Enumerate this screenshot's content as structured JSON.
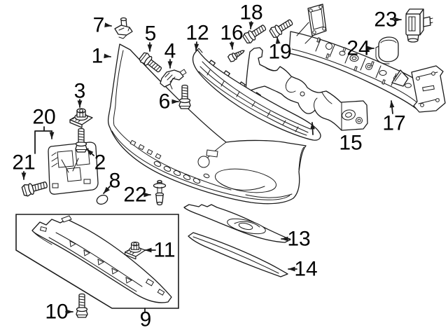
{
  "colors": {
    "line": "#1a1a1a",
    "background": "#ffffff",
    "label_text": "#000000"
  },
  "callouts": [
    {
      "label": "1"
    },
    {
      "label": "2"
    },
    {
      "label": "3"
    },
    {
      "label": "4"
    },
    {
      "label": "5"
    },
    {
      "label": "6"
    },
    {
      "label": "7"
    },
    {
      "label": "8"
    },
    {
      "label": "9"
    },
    {
      "label": "10"
    },
    {
      "label": "11"
    },
    {
      "label": "12"
    },
    {
      "label": "13"
    },
    {
      "label": "14"
    },
    {
      "label": "15"
    },
    {
      "label": "16"
    },
    {
      "label": "17"
    },
    {
      "label": "18"
    },
    {
      "label": "19"
    },
    {
      "label": "20"
    },
    {
      "label": "21"
    },
    {
      "label": "22"
    },
    {
      "label": "23"
    },
    {
      "label": "24"
    }
  ]
}
